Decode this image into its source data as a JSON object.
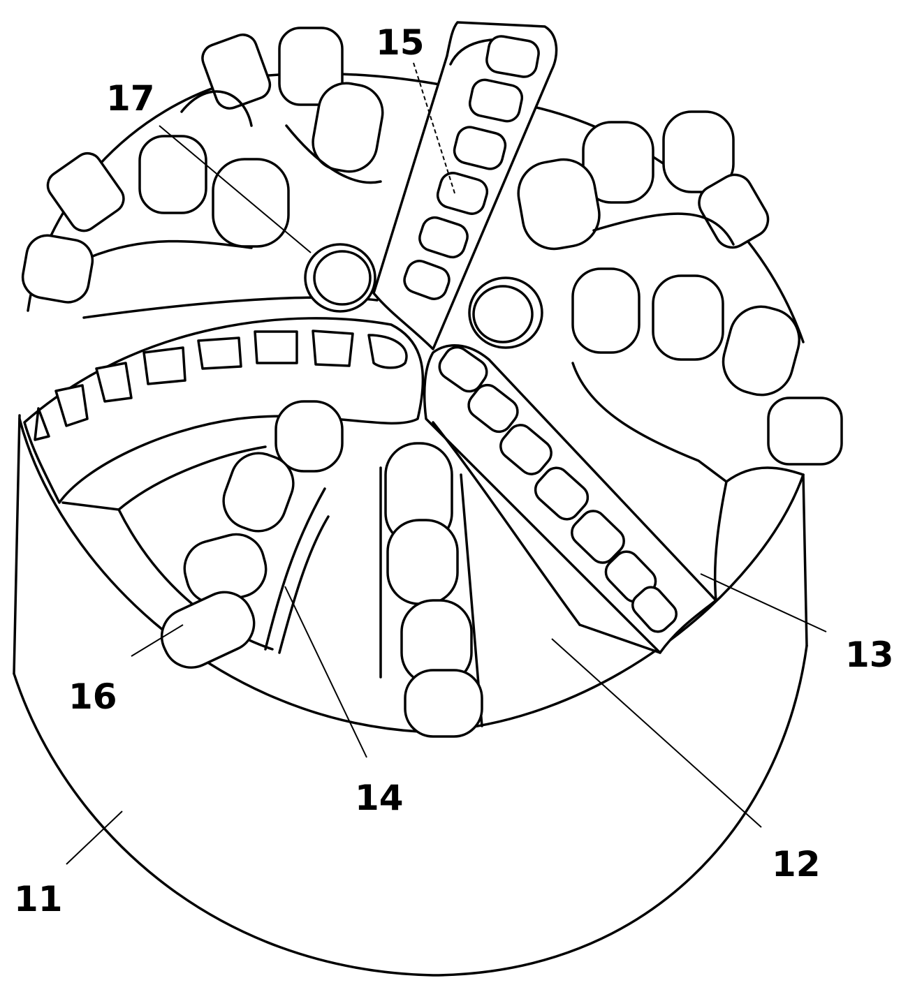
{
  "figure": {
    "labels": {
      "l11": "11",
      "l12": "12",
      "l13": "13",
      "l14": "14",
      "l15": "15",
      "l16": "16",
      "l17": "17"
    }
  }
}
